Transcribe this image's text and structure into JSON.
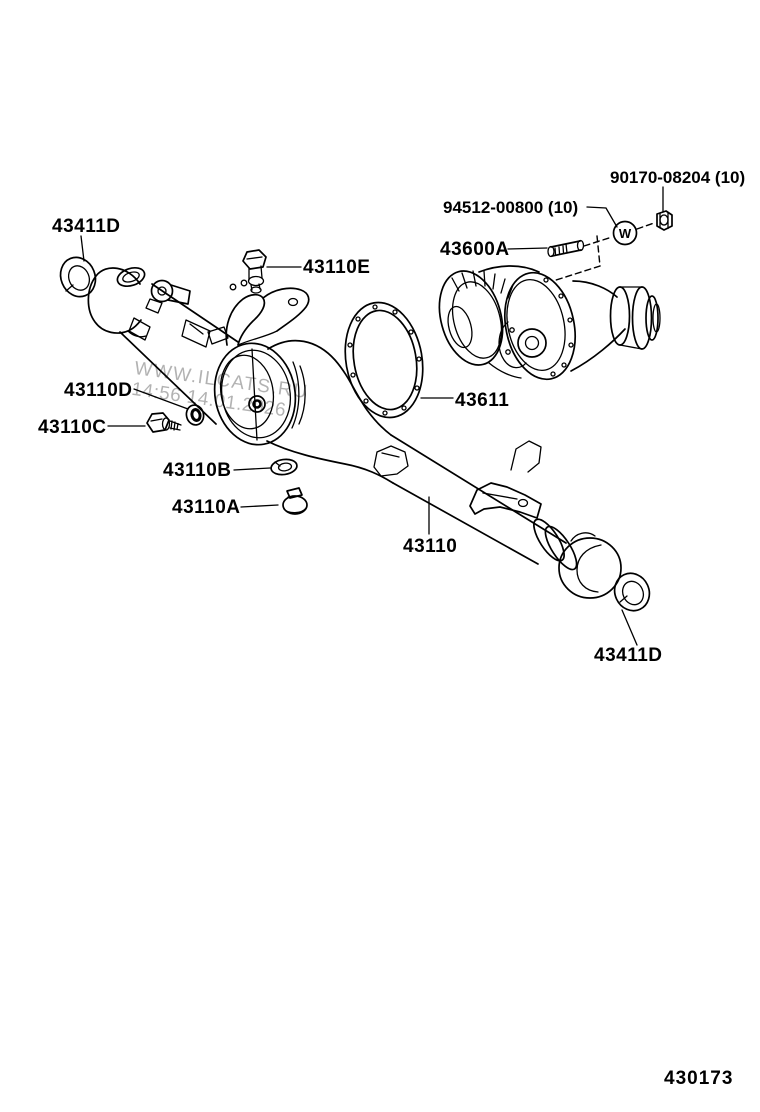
{
  "figure_code": "430173",
  "watermark": {
    "line1": "WWW.ILCATS.RU",
    "line2": "14:56 14.01.2026"
  },
  "washer_mark": "W",
  "colors": {
    "line": "#000000",
    "background": "#ffffff",
    "watermark_gray": "#9a9a9a"
  },
  "labels": {
    "seal_front_left": "43411D",
    "breather_plug": "43110E",
    "lock_nut": "90170-08204 (10)",
    "spring_washer": "94512-00800 (10)",
    "stud_bolt": "43600A",
    "carrier_gasket": "43611",
    "washer_d": "43110D",
    "bolt_c": "43110C",
    "washer_b": "43110B",
    "drain_plug_a": "43110A",
    "axle_housing": "43110",
    "seal_front_right": "43411D"
  }
}
